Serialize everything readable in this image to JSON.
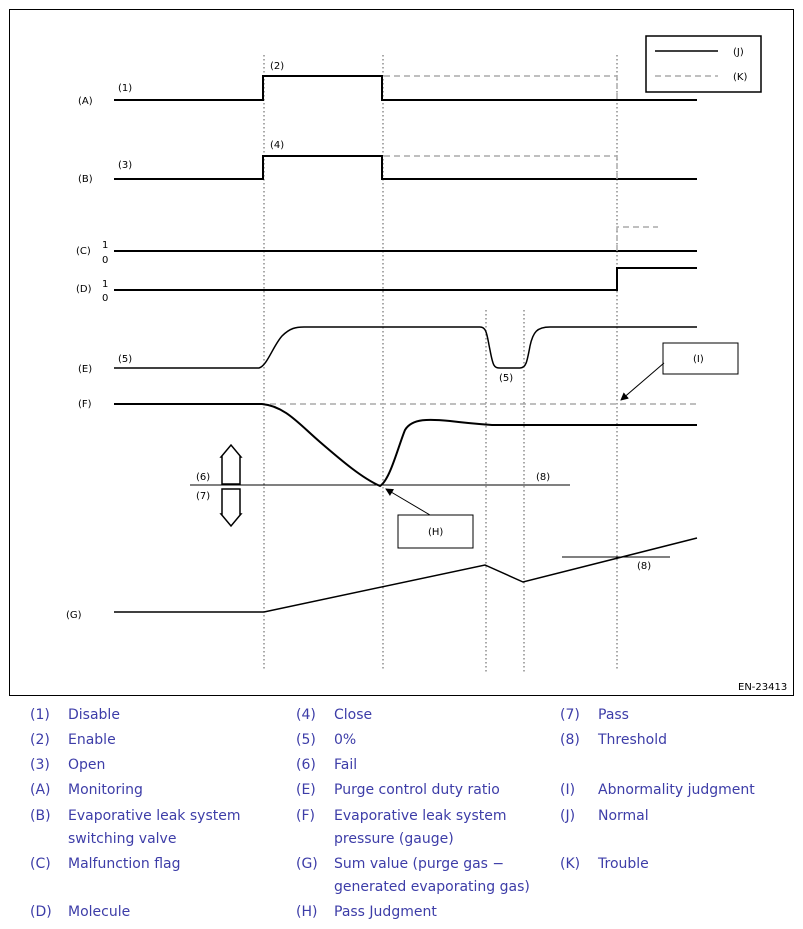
{
  "diagram": {
    "figure_id": "EN-23413",
    "signal_labels": {
      "A": "(A)",
      "B": "(B)",
      "C": "(C)",
      "D": "(D)",
      "E": "(E)",
      "F": "(F)",
      "G": "(G)"
    },
    "point_labels": {
      "1": "(1)",
      "2": "(2)",
      "3": "(3)",
      "4": "(4)",
      "5a": "(5)",
      "5b": "(5)",
      "6": "(6)",
      "7": "(7)",
      "8a": "(8)",
      "8b": "(8)"
    },
    "flag_levels": {
      "c_one": "1",
      "c_zero": "0",
      "d_one": "1",
      "d_zero": "0"
    },
    "callouts": {
      "H": "(H)",
      "I": "(I)"
    },
    "key": {
      "J": "(J)",
      "K": "(K)"
    }
  },
  "legend": [
    {
      "code": "(1)",
      "text": "Disable"
    },
    {
      "code": "(2)",
      "text": "Enable"
    },
    {
      "code": "(3)",
      "text": "Open"
    },
    {
      "code": "(A)",
      "text": "Monitoring"
    },
    {
      "code": "(B)",
      "text": "Evaporative leak system switching valve"
    },
    {
      "code": "(C)",
      "text": "Malfunction flag"
    },
    {
      "code": "(D)",
      "text": "Molecule"
    },
    {
      "code": "(4)",
      "text": "Close"
    },
    {
      "code": "(5)",
      "text": "0%"
    },
    {
      "code": "(6)",
      "text": "Fail"
    },
    {
      "code": "(E)",
      "text": "Purge control duty ratio"
    },
    {
      "code": "(F)",
      "text": "Evaporative leak system pressure (gauge)"
    },
    {
      "code": "(G)",
      "text": "Sum value (purge gas − generated evaporating gas)"
    },
    {
      "code": "(H)",
      "text": "Pass Judgment"
    },
    {
      "code": "(7)",
      "text": "Pass"
    },
    {
      "code": "(8)",
      "text": "Threshold"
    },
    {
      "code": "(I)",
      "text": "Abnormality judgment"
    },
    {
      "code": "(J)",
      "text": "Normal"
    },
    {
      "code": "(K)",
      "text": "Trouble"
    }
  ]
}
